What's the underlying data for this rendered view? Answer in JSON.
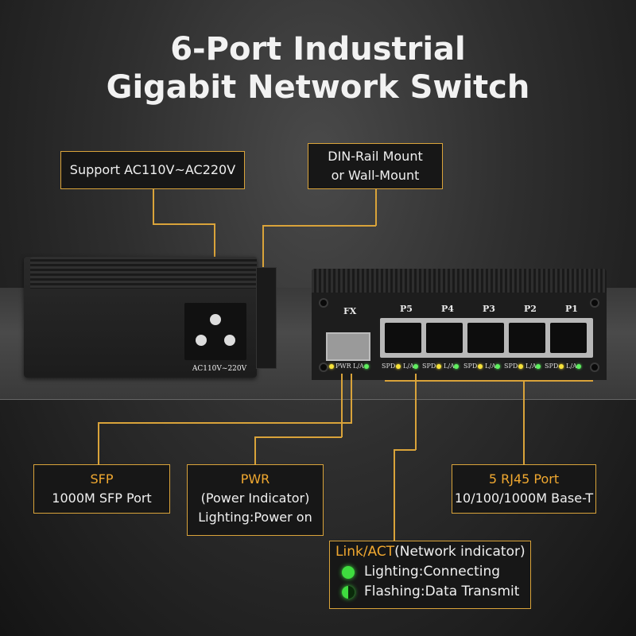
{
  "title": {
    "line1": "6-Port Industrial",
    "line2": "Gigabit Network Switch"
  },
  "callouts": {
    "power_support": "Support  AC110V~AC220V",
    "mount_line1": "DIN-Rail Mount",
    "mount_line2": "or Wall-Mount",
    "sfp_title": "SFP",
    "sfp_desc": "1000M SFP Port",
    "pwr_title": "PWR",
    "pwr_line1": "(Power Indicator)",
    "pwr_line2": "Lighting:Power on",
    "rj45_title": "5 RJ45 Port",
    "rj45_desc": "10/100/1000M Base-T",
    "link_title": "Link/ACT",
    "link_title_suffix": "(Network indicator)",
    "link_lighting": "Lighting:Connecting",
    "link_flashing": "Flashing:Data Transmit"
  },
  "device": {
    "power_label": "AC110V~220V",
    "fx_label": "FX",
    "port_labels": [
      "P5",
      "P4",
      "P3",
      "P2",
      "P1"
    ],
    "pwr_led_label": "PWR",
    "la_led_label": "L/A",
    "spd_label": "SPD"
  },
  "colors": {
    "accent": "#d9a33a",
    "led_green": "#3fdc3f",
    "led_yellow": "#f6e23a"
  }
}
